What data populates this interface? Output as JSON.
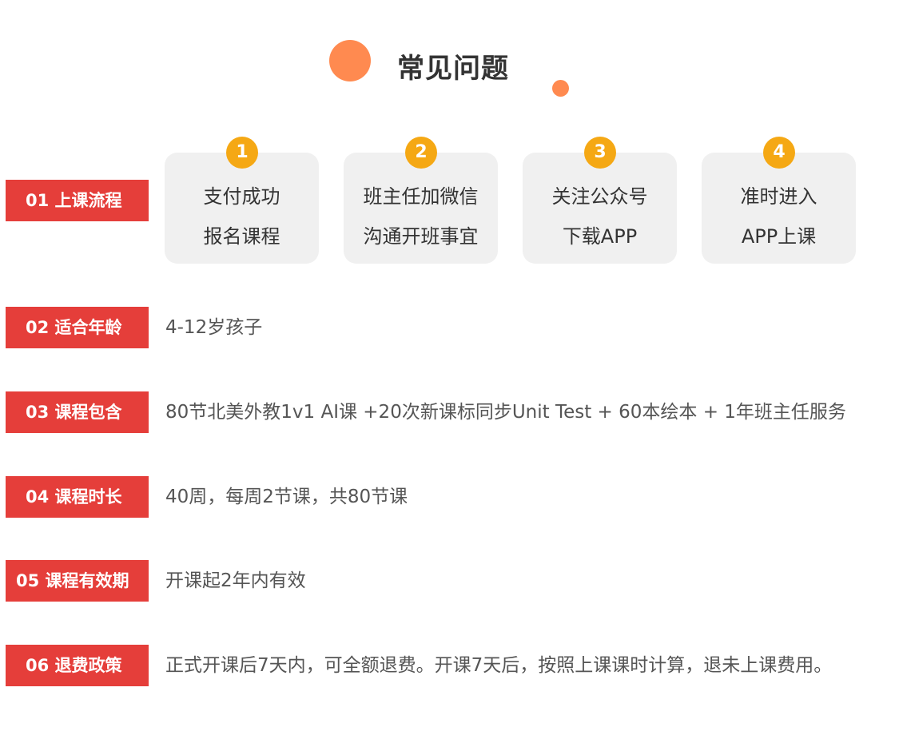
{
  "header": {
    "title": "常见问题"
  },
  "steps": [
    {
      "num": "1",
      "line1": "支付成功",
      "line2": "报名课程"
    },
    {
      "num": "2",
      "line1": "班主任加微信",
      "line2": "沟通开班事宜"
    },
    {
      "num": "3",
      "line1": "关注公众号",
      "line2": "下载APP"
    },
    {
      "num": "4",
      "line1": "准时进入",
      "line2": "APP上课"
    }
  ],
  "rows": [
    {
      "label": "01 上课流程",
      "text": ""
    },
    {
      "label": "02 适合年龄",
      "text": "4-12岁孩子"
    },
    {
      "label": "03 课程包含",
      "text": "80节北美外教1v1 AI课 +20次新课标同步Unit Test + 60本绘本 + 1年班主任服务"
    },
    {
      "label": "04 课程时长",
      "text": " 40周，每周2节课，共80节课"
    },
    {
      "label": "05 课程有效期",
      "text": "开课起2年内有效"
    },
    {
      "label": "06 退费政策",
      "text": "正式开课后7天内，可全额退费。开课7天后，按照上课课时计算，退未上课费用。"
    }
  ],
  "colors": {
    "label_bg": "#e53e3a",
    "step_number_bg": "#f5a814",
    "decor_circle": "#ff8a50",
    "card_bg": "#f0f0f0"
  }
}
